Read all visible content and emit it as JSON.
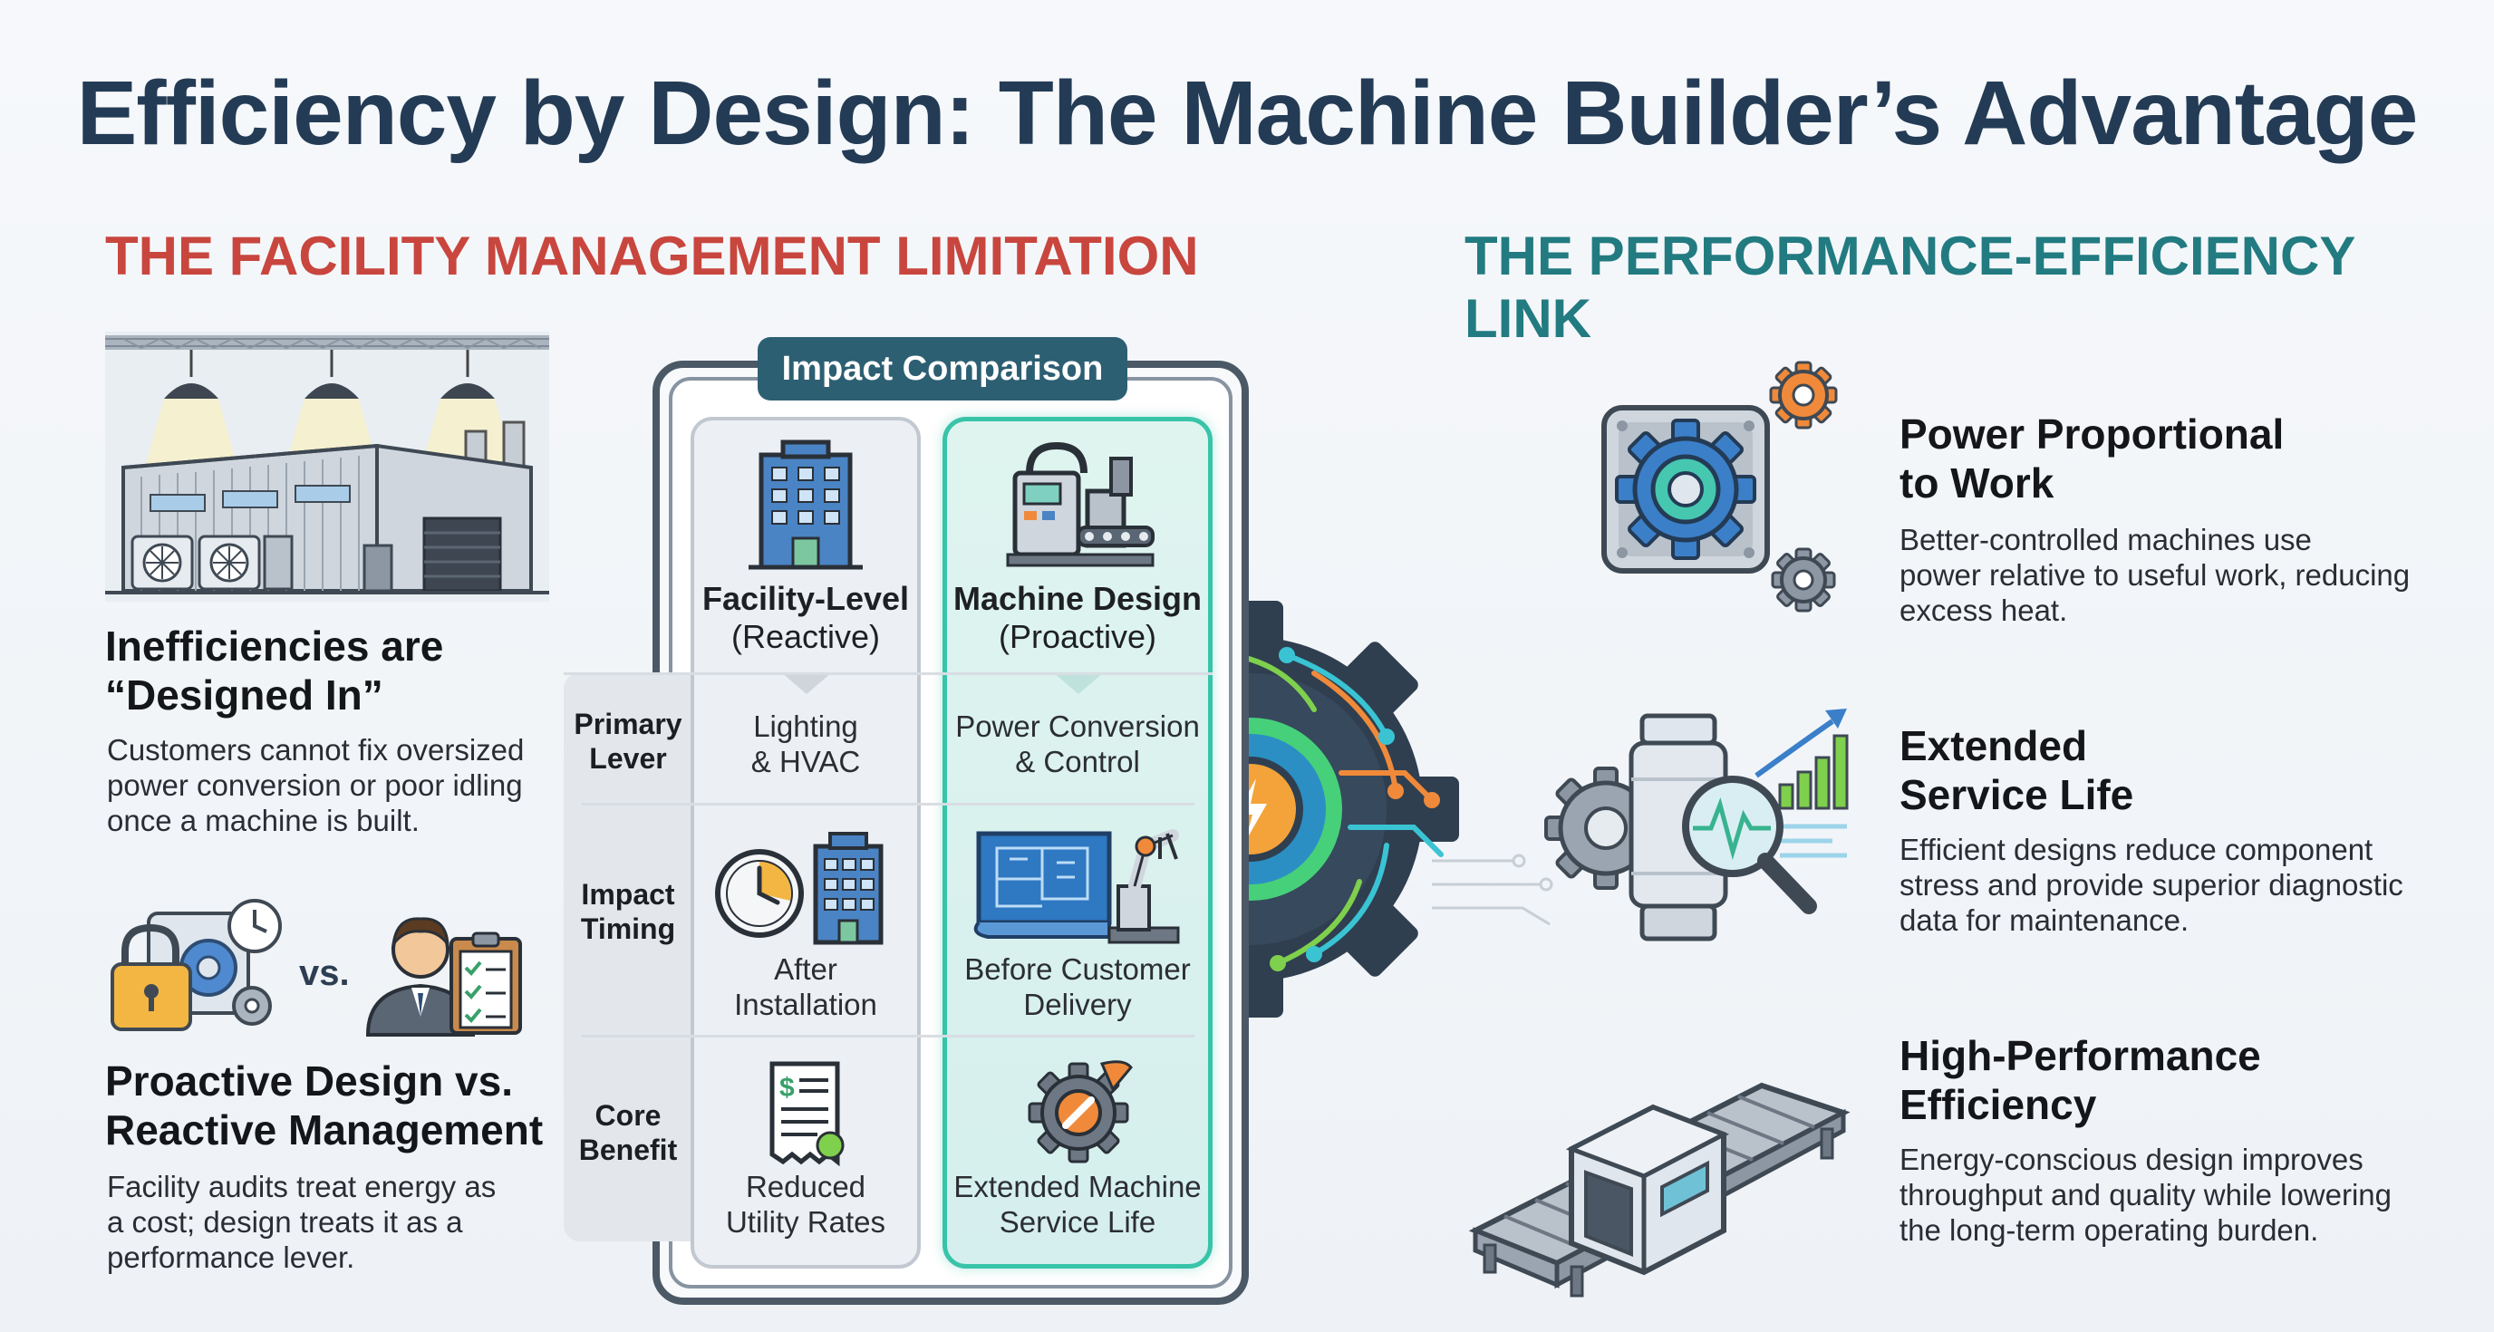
{
  "title": "Efficiency by Design: The Machine Builder’s Advantage",
  "left_section": {
    "heading": "THE FACILITY MANAGEMENT LIMITATION",
    "items": [
      {
        "title_line1": "Inefficiencies are",
        "title_line2": "“Designed In”",
        "body_line1": "Customers cannot fix oversized",
        "body_line2": "power conversion or poor idling",
        "body_line3": "once a machine is built."
      },
      {
        "title_line1": "Proactive Design vs.",
        "title_line2": "Reactive Management",
        "body_line1": "Facility audits treat energy as",
        "body_line2": "a cost; design treats it as a",
        "body_line3": "performance lever."
      }
    ],
    "vs_label": "vs."
  },
  "comparison": {
    "badge": "Impact Comparison",
    "facility": {
      "name": "Facility-Level",
      "mode": "(Reactive)"
    },
    "machine": {
      "name": "Machine Design",
      "mode": "(Proactive)"
    },
    "rows": [
      {
        "label_line1": "Primary",
        "label_line2": "Lever",
        "facility_line1": "Lighting",
        "facility_line2": "& HVAC",
        "machine_line1": "Power Conversion",
        "machine_line2": "& Control"
      },
      {
        "label_line1": "Impact",
        "label_line2": "Timing",
        "facility_line1": "After",
        "facility_line2": "Installation",
        "machine_line1": "Before Customer",
        "machine_line2": "Delivery"
      },
      {
        "label_line1": "Core",
        "label_line2": "Benefit",
        "facility_line1": "Reduced",
        "facility_line2": "Utility Rates",
        "machine_line1": "Extended Machine",
        "machine_line2": "Service Life"
      }
    ]
  },
  "right_section": {
    "heading": "THE PERFORMANCE-EFFICIENCY LINK",
    "items": [
      {
        "title_line1": "Power Proportional",
        "title_line2": "to Work",
        "body_line1": "Better-controlled machines use",
        "body_line2": "power relative to useful work, reducing",
        "body_line3": "excess heat."
      },
      {
        "title_line1": "Extended",
        "title_line2": "Service Life",
        "body_line1": "Efficient designs reduce component",
        "body_line2": "stress and provide superior diagnostic",
        "body_line3": "data for maintenance."
      },
      {
        "title_line1": "High-Performance",
        "title_line2": "Efficiency",
        "body_line1": "Energy-conscious design improves",
        "body_line2": "throughput and quality while lowering",
        "body_line3": "the long-term operating burden."
      }
    ]
  },
  "colors": {
    "title": "#243b55",
    "left_heading": "#c8463e",
    "right_heading": "#227b80",
    "badge": "#2d5f73",
    "machine_accent": "#38c4a9"
  },
  "icons": [
    "factory-building-icon",
    "lock-gear-clock-icon",
    "manager-clipboard-icon",
    "office-building-icon",
    "machine-production-icon",
    "clock-building-icon",
    "blueprint-robot-arm-icon",
    "utility-bill-icon",
    "wrench-gear-icon",
    "central-gear-circuit-icon",
    "gear-panel-icon",
    "cylinder-magnifier-chart-icon",
    "conveyor-machine-icon"
  ]
}
